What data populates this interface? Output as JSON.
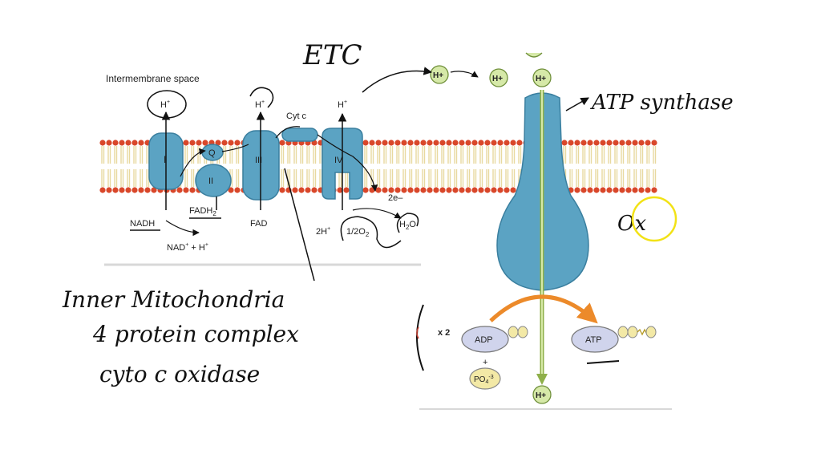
{
  "labels": {
    "intermembrane_space": "Intermembrane space",
    "complex_I": "I",
    "complex_II": "II",
    "complex_III": "III",
    "complex_IV": "IV",
    "q": "Q",
    "cyt_c": "Cyt c",
    "h_plus": "H",
    "nadh": "NADH",
    "nad_plus": "NAD",
    "plus_h": " + H",
    "fadh2": "FADH",
    "fad": "FAD",
    "two_h": "2H",
    "half_o2": "1/2O",
    "h2o_h": "H",
    "h2o_o": "O",
    "two_e": "2e–",
    "h_ion": "H+",
    "adp": "ADP",
    "atp": "ATP",
    "plus": "+",
    "po4": "PO",
    "po4_charge": "-3",
    "x2": "x 2",
    "sub_2": "2",
    "sup_plus": "+"
  },
  "annotations": {
    "etc": "ETC",
    "atp_synthase": "ATP synthase",
    "ox": "Ox",
    "line1": "Inner Mitochondria",
    "line2": "4 protein complex",
    "line3": "cyto c oxidase"
  },
  "colors": {
    "protein": "#5ba3c3",
    "protein_dark": "#3a7f9f",
    "membrane_head": "#d9472a",
    "membrane_tail": "#e8d9a0",
    "h_ion_fill": "#d6e9a8",
    "h_ion_stroke": "#6f8f3a",
    "axle": "#c5dd8f",
    "arrow_orange": "#ec8a2a",
    "atp_fill": "#d0d4ec",
    "phosphate": "#f3e9a6",
    "annotation_circle": "#f2e216"
  }
}
